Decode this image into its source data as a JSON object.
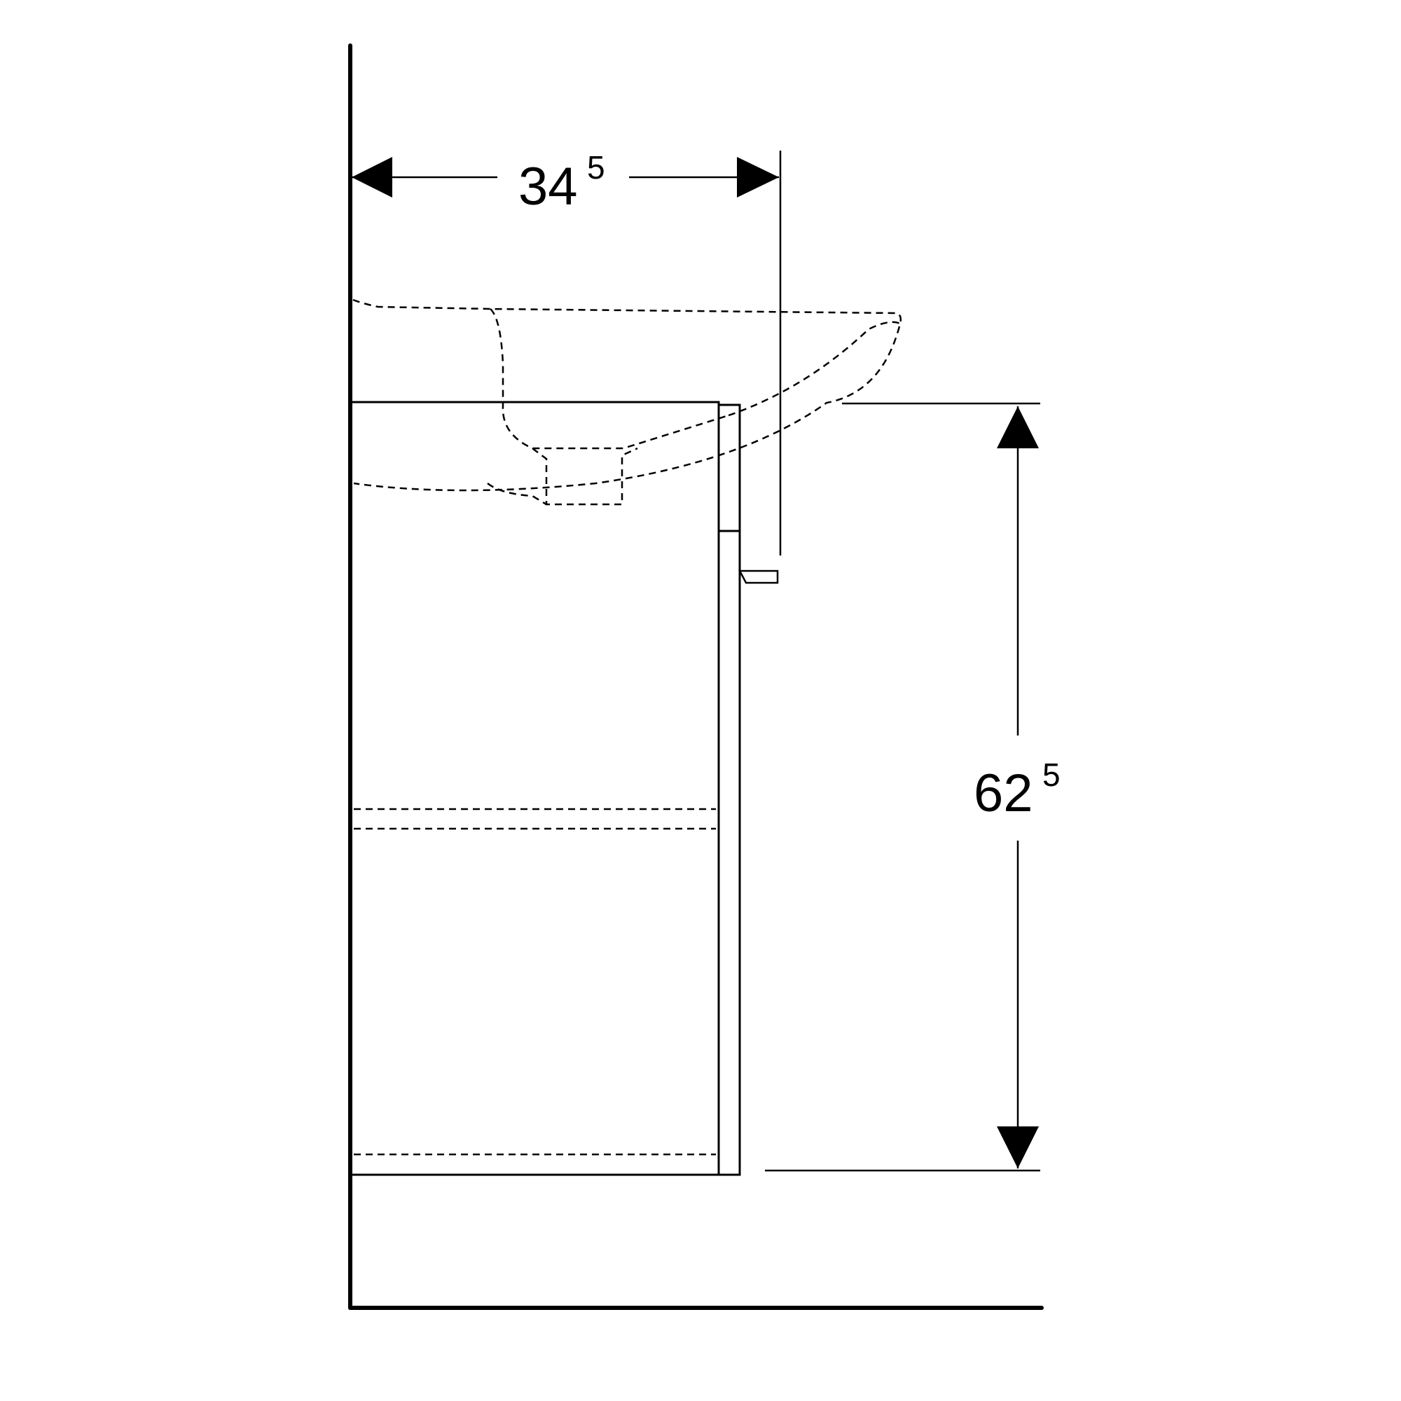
{
  "drawing": {
    "depth_dimension": {
      "main": "34",
      "sup": "5"
    },
    "height_dimension": {
      "main": "62",
      "sup": "5"
    },
    "colors": {
      "line": "#000000",
      "background": "#ffffff"
    }
  }
}
